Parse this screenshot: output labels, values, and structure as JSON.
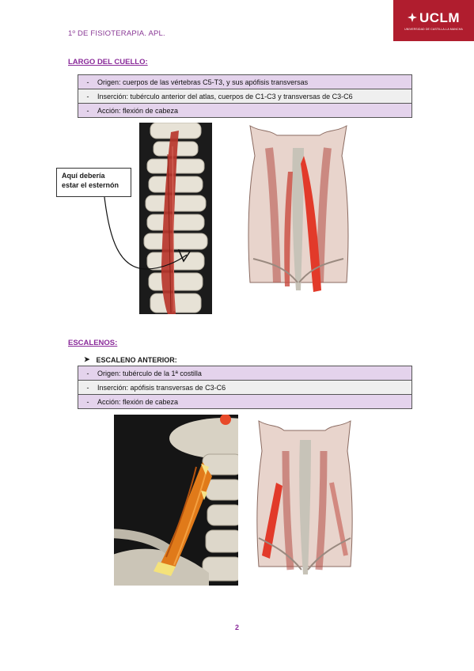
{
  "header": {
    "course": "1º DE FISIOTERAPIA. APL."
  },
  "logo": {
    "name": "UCLM",
    "subtitle": "UNIVERSIDAD DE CASTILLA-LA MANCHA"
  },
  "section1": {
    "title": "LARGO DEL CUELLO:",
    "rows": [
      {
        "dash": "-",
        "text": "Origen: cuerpos de las vértebras C5-T3, y sus apófisis transversas"
      },
      {
        "dash": "-",
        "text": "Inserción: tubérculo anterior del atlas, cuerpos de C1-C3 y transversas de C3-C6"
      },
      {
        "dash": "-",
        "text": "Acción: flexión de cabeza"
      }
    ],
    "callout": {
      "line1": "Aquí debería",
      "line2": "estar el esternón"
    }
  },
  "section2": {
    "title": "ESCALENOS:",
    "subhead": {
      "bullet": "➤",
      "text": "ESCALENO ANTERIOR:"
    },
    "rows": [
      {
        "dash": "-",
        "text": "Origen: tubérculo de la 1ª costilla"
      },
      {
        "dash": "-",
        "text": "Inserción: apófisis transversas de C3-C6"
      },
      {
        "dash": "-",
        "text": "Acción: flexión de cabeza"
      }
    ]
  },
  "footer": {
    "page_number": "2"
  }
}
